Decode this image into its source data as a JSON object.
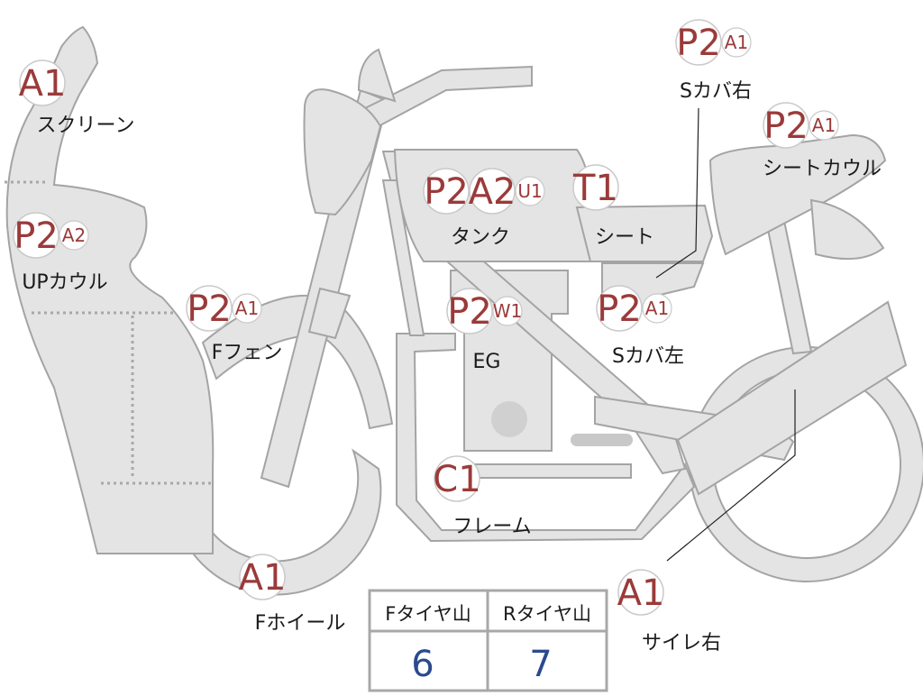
{
  "parts": [
    {
      "id": "screen",
      "label": "スクリーン",
      "grades": [
        "A1"
      ]
    },
    {
      "id": "up-cowl",
      "label": "UPカウル",
      "grades": [
        "P2",
        "A2"
      ]
    },
    {
      "id": "f-fender",
      "label": "Fフェン",
      "grades": [
        "P2",
        "A1"
      ]
    },
    {
      "id": "tank",
      "label": "タンク",
      "grades": [
        "P2",
        "A2",
        "U1"
      ]
    },
    {
      "id": "seat",
      "label": "シート",
      "grades": [
        "T1"
      ]
    },
    {
      "id": "s-cover-right",
      "label": "Sカバ右",
      "grades": [
        "P2",
        "A1"
      ]
    },
    {
      "id": "seat-cowl",
      "label": "シートカウル",
      "grades": [
        "P2",
        "A1"
      ]
    },
    {
      "id": "engine",
      "label": "EG",
      "grades": [
        "P2",
        "W1"
      ]
    },
    {
      "id": "s-cover-left",
      "label": "Sカバ左",
      "grades": [
        "P2",
        "A1"
      ]
    },
    {
      "id": "frame",
      "label": "フレーム",
      "grades": [
        "C1"
      ]
    },
    {
      "id": "f-wheel",
      "label": "Fホイール",
      "grades": [
        "A1"
      ]
    },
    {
      "id": "silencer-right",
      "label": "サイレ右",
      "grades": [
        "A1"
      ]
    }
  ],
  "tires": {
    "front_label": "Fタイヤ山",
    "rear_label": "Rタイヤ山",
    "front_value": "6",
    "rear_value": "7"
  },
  "colors": {
    "grade_text": "#9b3a3a",
    "tire_value": "#2a4a8e",
    "part_fill": "#e4e4e4",
    "part_stroke": "#a4a4a4"
  }
}
